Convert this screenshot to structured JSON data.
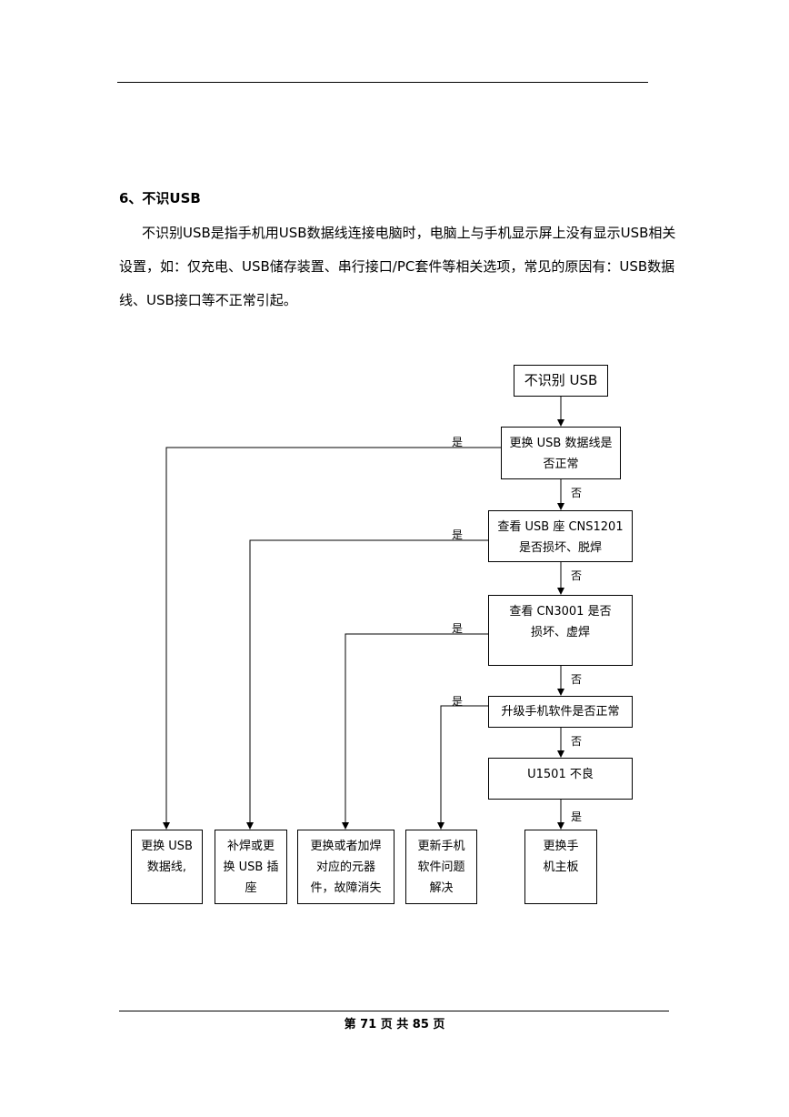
{
  "section": {
    "heading": "6、不识USB",
    "paragraph": "不识别USB是指手机用USB数据线连接电脑时，电脑上与手机显示屏上没有显示USB相关设置，如：仅充电、USB储存装置、串行接口/PC套件等相关选项，常见的原因有：USB数据线、USB接口等不正常引起。"
  },
  "flowchart": {
    "start": "不识别 USB",
    "checks": [
      "更换 USB 数据线是否正常",
      "查看 USB 座 CNS1201 是否损坏、脱焊",
      "查看 CN3001 是否损坏、虚焊",
      "升级手机软件是否正常",
      "U1501 不良"
    ],
    "yes_label": "是",
    "no_label": "否",
    "results": [
      "更换 USB 数据线,",
      "补焊或更换 USB 插座",
      "更换或者加焊对应的元器件，故障消失",
      "更新手机软件问题解决",
      "更换手机主板"
    ]
  },
  "footer": {
    "page_text": "第 71 页 共 85 页"
  }
}
